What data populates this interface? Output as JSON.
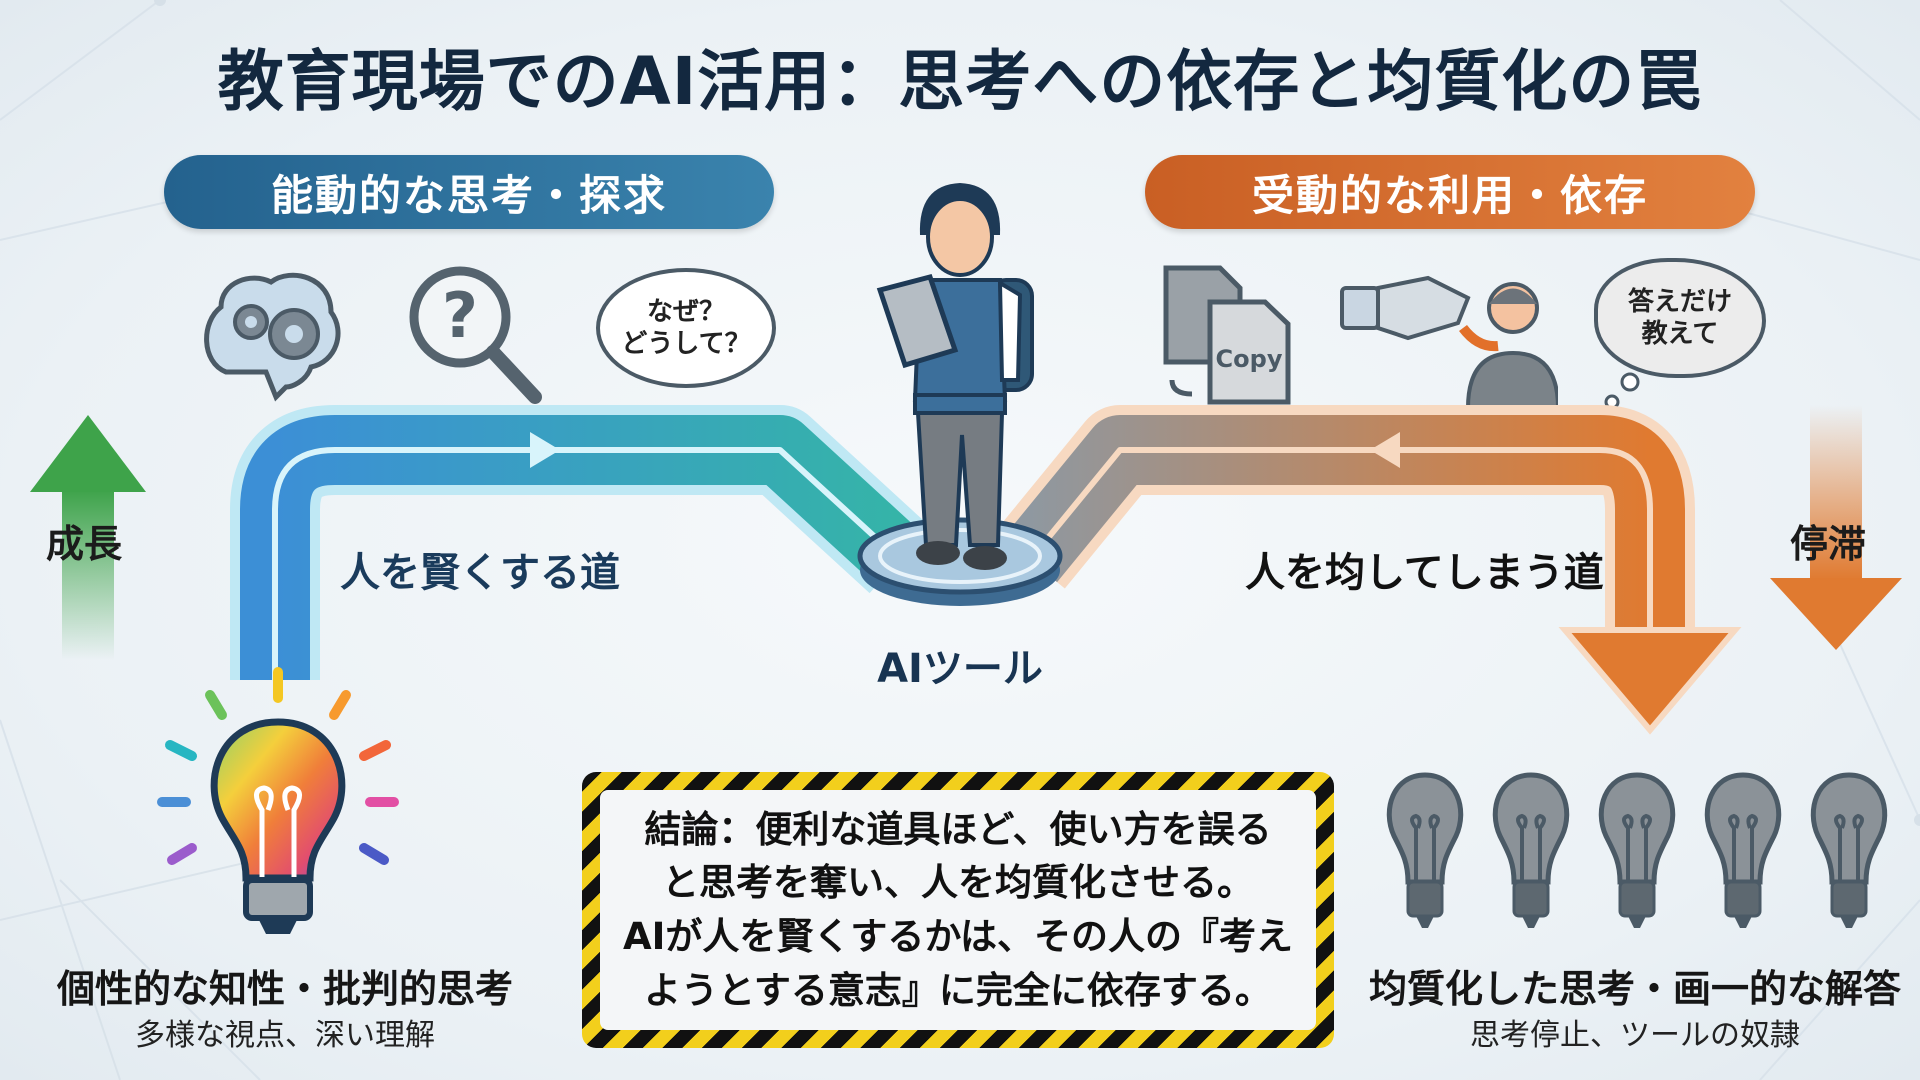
{
  "title": "教育現場でのAI活用：思考への依存と均質化の罠",
  "left_section": {
    "header": "能動的な思考・探求",
    "color": "#2d6f99",
    "icons": [
      "brain-gears-icon",
      "magnifier-question-icon",
      "speech-bubble-icon"
    ],
    "speech_lines": [
      "なぜ？",
      "どうして？"
    ],
    "path_label": "人を賢くする道",
    "arrow_label": "成長",
    "result_title": "個性的な知性・批判的思考",
    "result_subtitle": "多様な視点、深い理解"
  },
  "right_section": {
    "header": "受動的な利用・依存",
    "color": "#d66f2f",
    "icons": [
      "copy-documents-icon",
      "robot-hand-feeding-icon",
      "thought-cloud-icon"
    ],
    "copy_label": "Copy",
    "thought_lines": [
      "答えだけ",
      "教えて"
    ],
    "path_label": "人を均してしまう道",
    "arrow_label": "停滞",
    "result_title": "均質化した思考・画一的な解答",
    "result_subtitle": "思考停止、ツールの奴隷"
  },
  "center": {
    "label": "AIツール"
  },
  "conclusion": {
    "lines": [
      "結論：便利な道具ほど、使い方を誤る",
      "と思考を奪い、人を均質化させる。",
      "AIが人を賢くするかは、その人の『考え",
      "ようとする意志』に完全に依存する。"
    ]
  },
  "colors": {
    "title": "#13283f",
    "growth_arrow": "#3ea34a",
    "stagnation_arrow": "#e07a30",
    "hazard_yellow": "#f2cf1c"
  }
}
